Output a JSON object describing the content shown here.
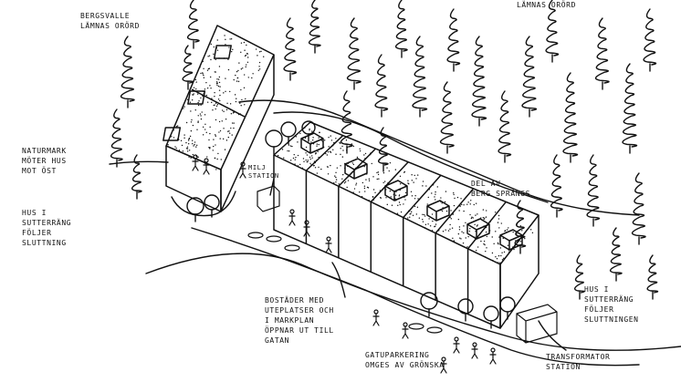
{
  "colors": {
    "ink": "#111111",
    "paper": "#ffffff"
  },
  "labels": {
    "bergsvalle": [
      "BERGSVALLE",
      "LÄMNAS ORÖRD"
    ],
    "lamnas": [
      "LÄMNAS ORÖRD"
    ],
    "naturmark": [
      "NATURMARK",
      "MÖTER HUS",
      "MOT ÖST"
    ],
    "hus_left": [
      "HUS I",
      "SUTTERRÄNG",
      "FÖLJER",
      "SLUTTNING"
    ],
    "milj": [
      "MILJ",
      "STATION"
    ],
    "del_av": [
      "DEL AV",
      "BERG SPRÄNGS"
    ],
    "bostader": [
      "BOSTÄDER MED",
      "UTEPLATSER OCH",
      "I MARKPLAN",
      "ÖPPNAR UT TILL",
      "GATAN"
    ],
    "hus_right": [
      "HUS I",
      "SUTTERRÄNG",
      "FÖLJER",
      "SLUTTNINGEN"
    ],
    "gatuparkering": [
      "GATUPARKERING",
      "OMGES AV GRÖNSKA"
    ],
    "transformator": [
      "TRANSFORMATOR",
      "STATION"
    ]
  }
}
